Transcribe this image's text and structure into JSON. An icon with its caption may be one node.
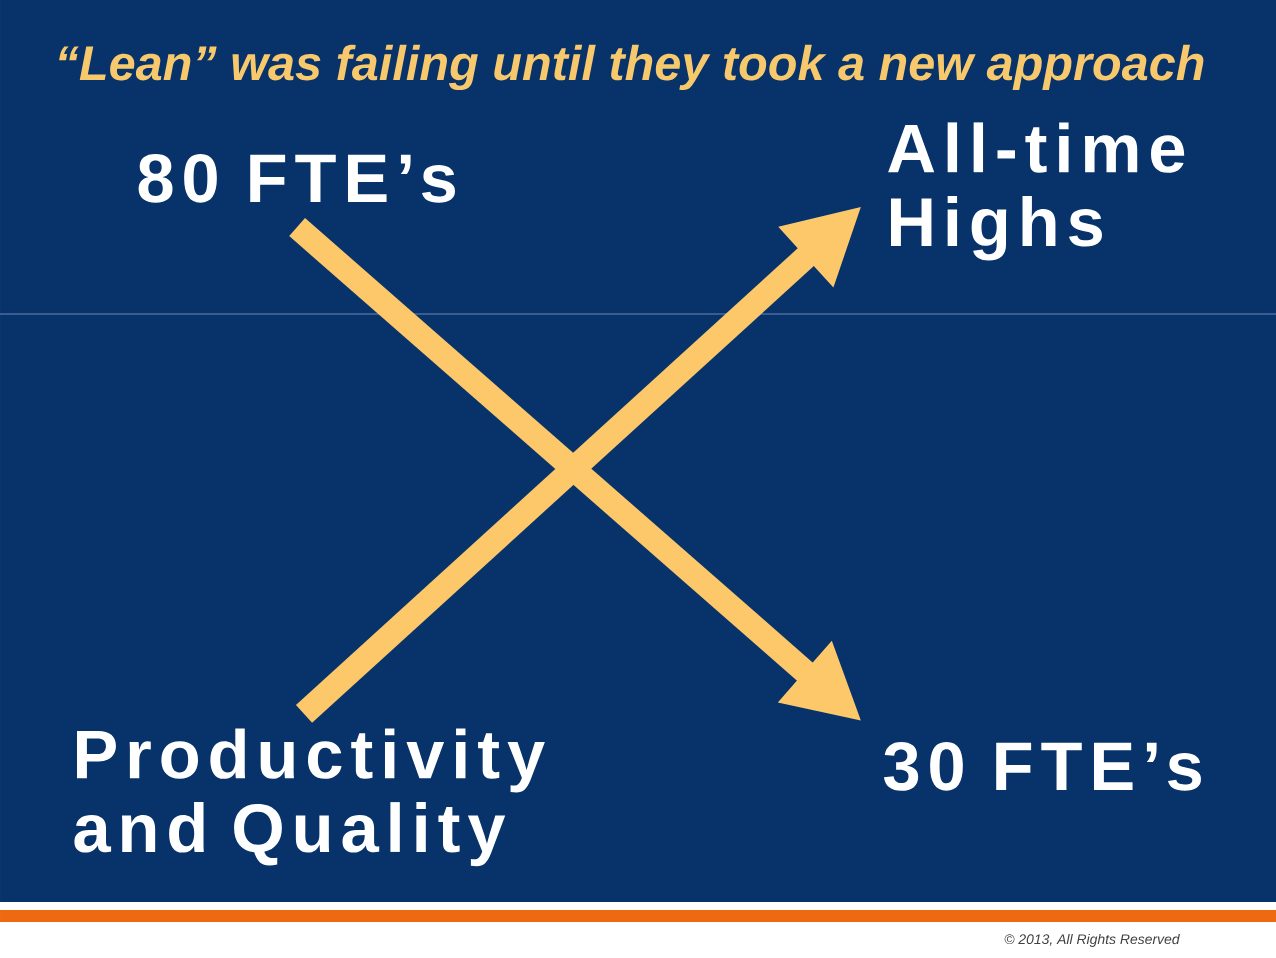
{
  "diagram": {
    "title": "“Lean” was failing until they took a new approach",
    "nodes": [
      {
        "text": [
          "80 FTE’s"
        ]
      },
      {
        "text": [
          "All-time Highs"
        ]
      },
      {
        "text": [
          "Productivity and Quality"
        ]
      },
      {
        "text": [
          "30 FTE’s"
        ]
      }
    ],
    "edges": [
      {
        "from": 0,
        "to": 3,
        "arrow": "to"
      },
      {
        "from": 2,
        "to": 1,
        "arrow": "to"
      }
    ],
    "labels": [
      "© 2013, All Rights Reserved"
    ]
  }
}
